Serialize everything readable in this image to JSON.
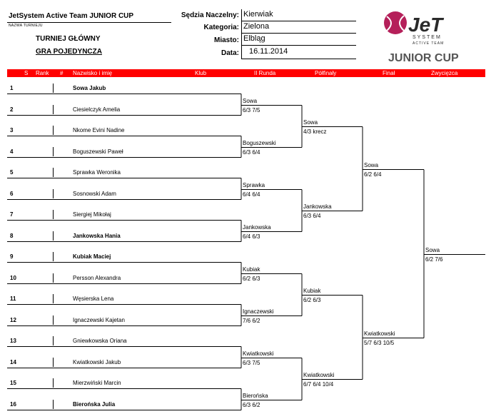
{
  "tournament": {
    "title": "JetSystem Active Team JUNIOR CUP",
    "subtitle": "NAZWA TURNIEJU",
    "event_line1": "TURNIEJ GŁÓWNY",
    "event_line2": "GRA POJEDYNCZA"
  },
  "info": {
    "referee_label": "Sędzia Naczelny:",
    "referee": "Kierwiak",
    "category_label": "Kategoria:",
    "category": "Zielona",
    "city_label": "Miasto:",
    "city": "Elbląg",
    "date_label": "Data:",
    "date": "16.11.2014"
  },
  "logo": {
    "brand": "JeT",
    "sub1": "SYSTEM",
    "sub2": "ACTIVE TEAM",
    "cup": "JUNIOR CUP",
    "accent": "#b5205a",
    "icon": "tennis-ball-icon"
  },
  "columns": {
    "s": "S",
    "rank": "Rank",
    "hash": "#",
    "name": "Nazwisko i imię",
    "club": "Klub",
    "round2": "II Runda",
    "semi": "Półfinały",
    "final": "Finał",
    "winner": "Zwycięzca"
  },
  "players": [
    {
      "num": "1",
      "name": "Sowa Jakub",
      "bold": true
    },
    {
      "num": "2",
      "name": "Ciesielczyk Amelia",
      "bold": false
    },
    {
      "num": "3",
      "name": "Nkome Evini Nadine",
      "bold": false
    },
    {
      "num": "4",
      "name": "Boguszewski Paweł",
      "bold": false
    },
    {
      "num": "5",
      "name": "Sprawka Weronika",
      "bold": false
    },
    {
      "num": "6",
      "name": "Sosnowski Adam",
      "bold": false
    },
    {
      "num": "7",
      "name": "Siergiej Mikołaj",
      "bold": false
    },
    {
      "num": "8",
      "name": "Jankowska Hania",
      "bold": true
    },
    {
      "num": "9",
      "name": "Kubiak Maciej",
      "bold": true
    },
    {
      "num": "10",
      "name": "Persson Alexandra",
      "bold": false
    },
    {
      "num": "11",
      "name": "Węsierska Lena",
      "bold": false
    },
    {
      "num": "12",
      "name": "Ignaczewski Kajetan",
      "bold": false
    },
    {
      "num": "13",
      "name": "Gniewkowska Oriana",
      "bold": false
    },
    {
      "num": "14",
      "name": "Kwiatkowski Jakub",
      "bold": false
    },
    {
      "num": "15",
      "name": "Mierzwiński Marcin",
      "bold": false
    },
    {
      "num": "16",
      "name": "Bierońska Julia",
      "bold": true
    }
  ],
  "round2": [
    {
      "winner": "Sowa",
      "score": "6/3 7/5"
    },
    {
      "winner": "Boguszewski",
      "score": "6/3 6/4"
    },
    {
      "winner": "Sprawka",
      "score": "6/4 6/4"
    },
    {
      "winner": "Jankowska",
      "score": "6/4 6/3"
    },
    {
      "winner": "Kubiak",
      "score": "6/2 6/3"
    },
    {
      "winner": "Ignaczewski",
      "score": "7/6 6/2"
    },
    {
      "winner": "Kwiatkowski",
      "score": "6/3 7/5"
    },
    {
      "winner": "Bierońska",
      "score": "6/3 6/2"
    }
  ],
  "semis": [
    {
      "winner": "Sowa",
      "score": "4/3 krecz"
    },
    {
      "winner": "Jankowska",
      "score": "6/3 6/4"
    },
    {
      "winner": "Kubiak",
      "score": "6/2 6/3"
    },
    {
      "winner": "Kwiatkowski",
      "score": "6/7 6/4 10/4"
    }
  ],
  "finals": [
    {
      "winner": "Sowa",
      "score": "6/2 6/4"
    },
    {
      "winner": "Kwiatkowski",
      "score": "5/7 6/3 10/5"
    }
  ],
  "champion": {
    "winner": "Sowa",
    "score": "6/2 7/6"
  }
}
